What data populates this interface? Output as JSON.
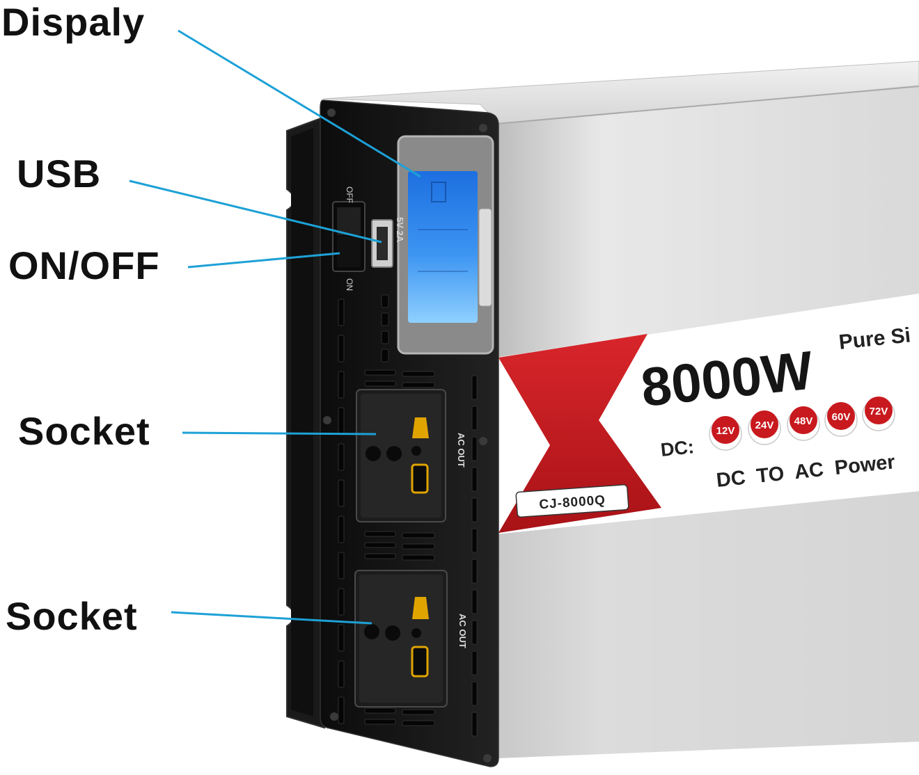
{
  "callouts": {
    "display": "Dispaly",
    "usb": "USB",
    "on_off": "ON/OFF",
    "socket_1": "Socket",
    "socket_2": "Socket"
  },
  "product": {
    "wattage": "8000W",
    "series_partial": "Pure Si",
    "dc_label": "DC:",
    "voltages": [
      "12V",
      "24V",
      "48V",
      "60V",
      "72V"
    ],
    "tagline": "DC  TO  AC  Power",
    "model": "CJ-8000Q"
  },
  "panel": {
    "usb_rating": "5V 2A",
    "switch_off": "OFF",
    "switch_on": "ON",
    "ac_out": "AC OUT"
  },
  "colors": {
    "callout_line": "#1da1d6",
    "accent_red": "#c8191e",
    "lcd_blue": "#2d86ee",
    "panel_black": "#151515",
    "housing_silver": "#e2e2e2"
  }
}
